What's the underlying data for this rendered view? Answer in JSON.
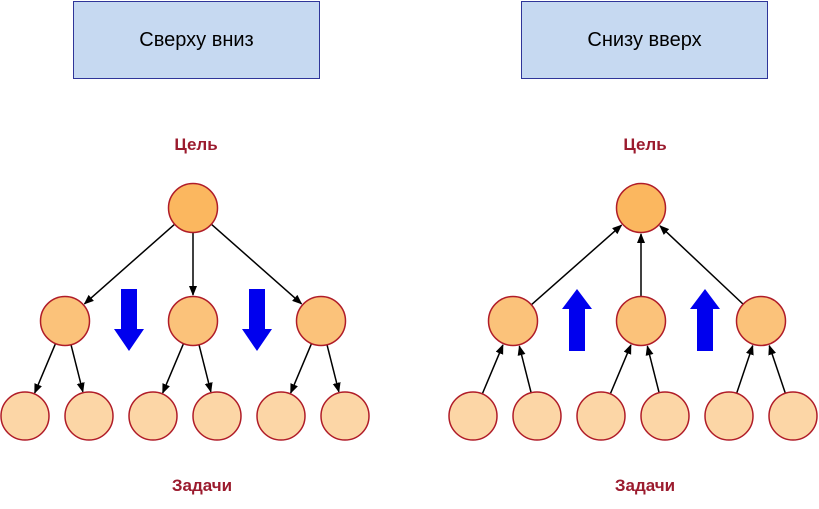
{
  "left_panel": {
    "title": "Сверху вниз",
    "goal_label": "Цель",
    "tasks_label": "Задачи",
    "direction": "down"
  },
  "right_panel": {
    "title": "Снизу вверх",
    "goal_label": "Цель",
    "tasks_label": "Задачи",
    "direction": "up"
  },
  "colors": {
    "box_fill": "#c6d9f1",
    "box_border": "#2f3699",
    "label": "#9b1b2e",
    "node_top": "#fbb75f",
    "node_mid": "#fbc27a",
    "node_leaf": "#fcd6a6",
    "node_border": "#b01c28",
    "flow_arrow": "#0000ee",
    "edge": "#000000"
  }
}
